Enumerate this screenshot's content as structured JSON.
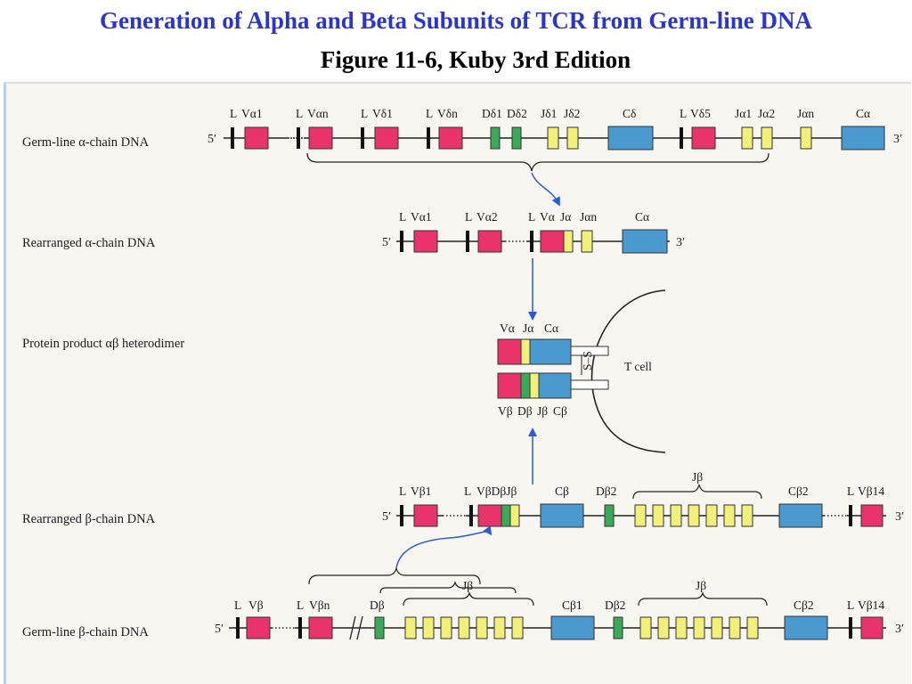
{
  "slide": {
    "title": "Generation of Alpha and Beta Subunits of TCR from Germ-line DNA",
    "subtitle": "Figure 11-6, Kuby 3rd Edition"
  },
  "colors": {
    "title": "#2b35c8",
    "variable_segment": "#e8336b",
    "joining_segment": "#f2ef7a",
    "diversity_segment": "#3aa95a",
    "constant_segment": "#4a9ad0",
    "leader": "#111111",
    "arrow": "#2a5ad8"
  },
  "rows": {
    "germline_alpha": {
      "label": "Germ-line α-chain DNA",
      "five_prime": "5′",
      "three_prime": "3′",
      "labels": {
        "l1": "L",
        "va1": "Vα1",
        "l2": "L",
        "van": "Vαn",
        "l3": "L",
        "vd1": "Vδ1",
        "l4": "L",
        "vdn": "Vδn",
        "dd1": "Dδ1",
        "dd2": "Dδ2",
        "jd1": "Jδ1",
        "jd2": "Jδ2",
        "cd": "Cδ",
        "l5": "L",
        "vd5": "Vδ5",
        "ja1": "Jα1",
        "ja2": "Jα2",
        "jan": "Jαn",
        "ca": "Cα"
      }
    },
    "rearranged_alpha": {
      "label": "Rearranged α-chain DNA",
      "five_prime": "5′",
      "three_prime": "3′",
      "labels": {
        "l1": "L",
        "va1": "Vα1",
        "l2": "L",
        "va2": "Vα2",
        "l3": "L",
        "va": "Vα",
        "ja": "Jα",
        "jan": "Jαn",
        "ca": "Cα"
      }
    },
    "protein": {
      "label": "Protein product αβ heterodimer",
      "alpha_labels": {
        "v": "Vα",
        "j": "Jα",
        "c": "Cα"
      },
      "beta_labels": {
        "v": "Vβ",
        "d": "Dβ",
        "j": "Jβ",
        "c": "Cβ"
      },
      "disulfide": "S–S",
      "cell_label": "T cell"
    },
    "rearranged_beta": {
      "label": "Rearranged β-chain DNA",
      "five_prime": "5′",
      "three_prime": "3′",
      "labels": {
        "l1": "L",
        "vb1": "Vβ1",
        "l2": "L",
        "vbdbjb": "VβDβJβ",
        "cb": "Cβ",
        "db2": "Dβ2",
        "jb": "Jβ",
        "cb2": "Cβ2",
        "l3": "L",
        "vb14": "Vβ14"
      }
    },
    "germline_beta": {
      "label": "Germ-line β-chain DNA",
      "five_prime": "5′",
      "three_prime": "3′",
      "labels": {
        "l1": "L",
        "vb": "Vβ",
        "l2": "L",
        "vbn": "Vβn",
        "db": "Dβ",
        "jb_a": "Jβ",
        "cb1": "Cβ1",
        "db2": "Dβ2",
        "jb_b": "Jβ",
        "cb2": "Cβ2",
        "l3": "L",
        "vb14": "Vβ14"
      }
    }
  }
}
